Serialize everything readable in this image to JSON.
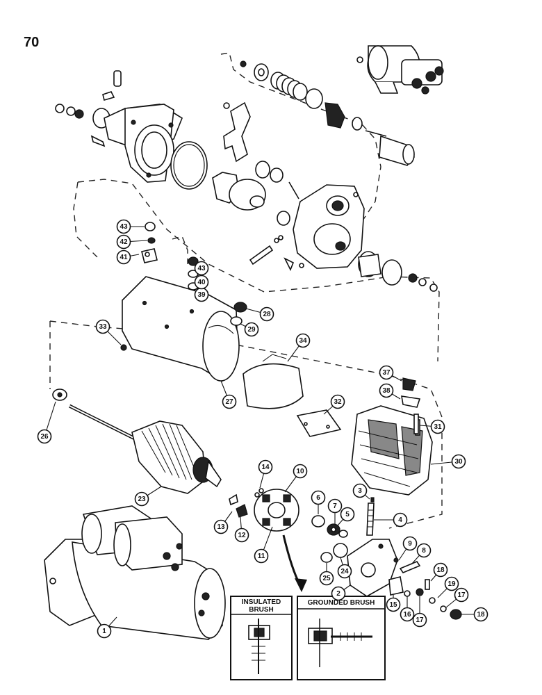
{
  "page_number": "70",
  "callouts": [
    {
      "id": "c1",
      "label": "1"
    },
    {
      "id": "c2",
      "label": "2"
    },
    {
      "id": "c3",
      "label": "3"
    },
    {
      "id": "c4",
      "label": "4"
    },
    {
      "id": "c5",
      "label": "5"
    },
    {
      "id": "c6",
      "label": "6"
    },
    {
      "id": "c7",
      "label": "7"
    },
    {
      "id": "c8",
      "label": "8"
    },
    {
      "id": "c9",
      "label": "9"
    },
    {
      "id": "c10",
      "label": "10"
    },
    {
      "id": "c11",
      "label": "11"
    },
    {
      "id": "c12",
      "label": "12"
    },
    {
      "id": "c13",
      "label": "13"
    },
    {
      "id": "c14",
      "label": "14"
    },
    {
      "id": "c15",
      "label": "15"
    },
    {
      "id": "c16",
      "label": "16"
    },
    {
      "id": "c17a",
      "label": "17"
    },
    {
      "id": "c17b",
      "label": "17"
    },
    {
      "id": "c18a",
      "label": "18"
    },
    {
      "id": "c18b",
      "label": "18"
    },
    {
      "id": "c19",
      "label": "19"
    },
    {
      "id": "c23",
      "label": "23"
    },
    {
      "id": "c24",
      "label": "24"
    },
    {
      "id": "c25",
      "label": "25"
    },
    {
      "id": "c26",
      "label": "26"
    },
    {
      "id": "c27",
      "label": "27"
    },
    {
      "id": "c28",
      "label": "28"
    },
    {
      "id": "c29",
      "label": "29"
    },
    {
      "id": "c30",
      "label": "30"
    },
    {
      "id": "c31",
      "label": "31"
    },
    {
      "id": "c32",
      "label": "32"
    },
    {
      "id": "c33",
      "label": "33"
    },
    {
      "id": "c34",
      "label": "34"
    },
    {
      "id": "c37",
      "label": "37"
    },
    {
      "id": "c38",
      "label": "38"
    },
    {
      "id": "c39",
      "label": "39"
    },
    {
      "id": "c40",
      "label": "40"
    },
    {
      "id": "c41",
      "label": "41"
    },
    {
      "id": "c42",
      "label": "42"
    },
    {
      "id": "c43a",
      "label": "43"
    },
    {
      "id": "c43b",
      "label": "43"
    }
  ],
  "insets": {
    "insulated_brush": [
      "INSULATED",
      "BRUSH"
    ],
    "grounded_brush": "GROUNDED BRUSH"
  }
}
